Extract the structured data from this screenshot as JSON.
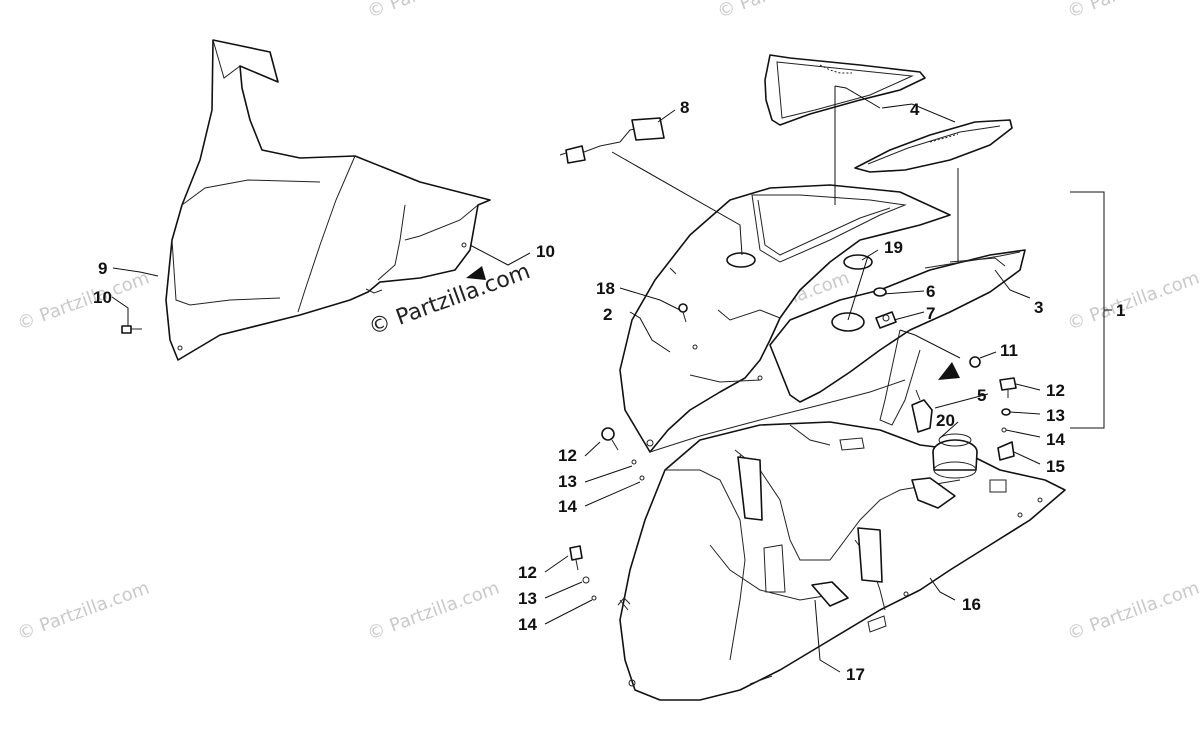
{
  "watermark": {
    "text": "© Partzilla.com",
    "main_text": "© Partzilla.com"
  },
  "callouts": {
    "c1": "1",
    "c2": "2",
    "c3": "3",
    "c4": "4",
    "c5": "5",
    "c6": "6",
    "c7": "7",
    "c8": "8",
    "c9": "9",
    "c10a": "10",
    "c10b": "10",
    "c11": "11",
    "c12a": "12",
    "c12b": "12",
    "c12c": "12",
    "c13a": "13",
    "c13b": "13",
    "c13c": "13",
    "c14a": "14",
    "c14b": "14",
    "c14c": "14",
    "c15": "15",
    "c16": "16",
    "c17": "17",
    "c18": "18",
    "c19": "19",
    "c20": "20"
  }
}
